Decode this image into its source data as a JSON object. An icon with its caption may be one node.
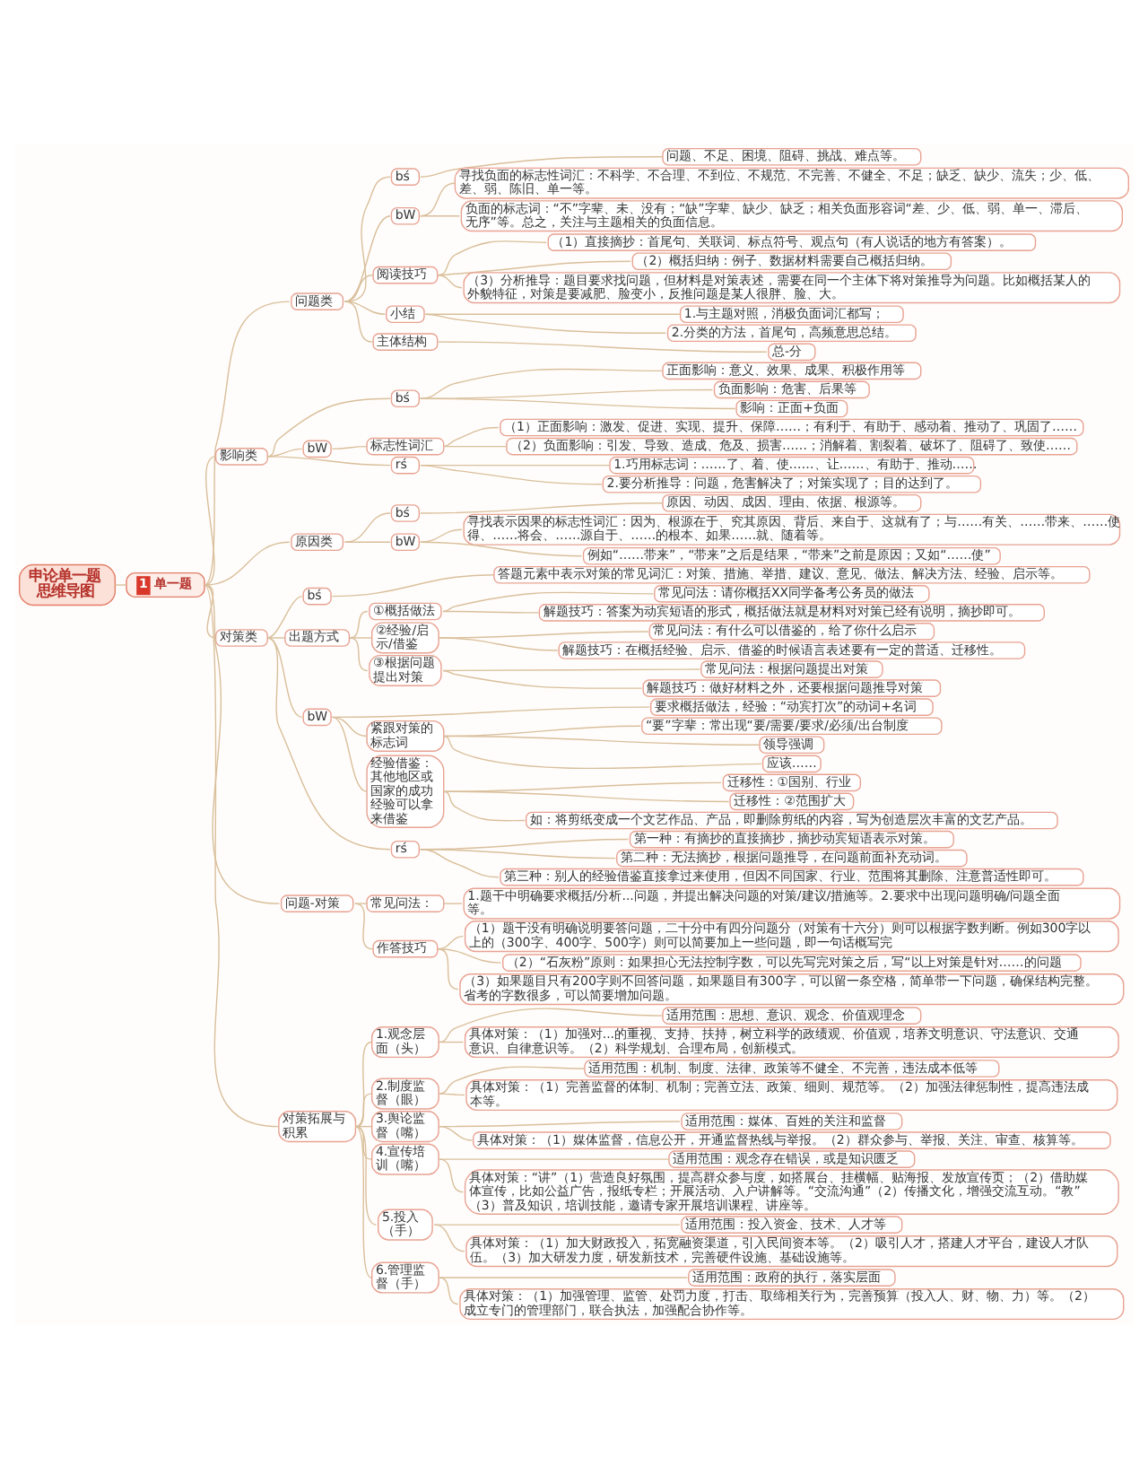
{
  "diagram": {
    "nodes": [
      {
        "text": [
          "申论单一题思维导图"
        ]
      },
      {
        "text": [
          "1",
          "单一题"
        ]
      },
      {
        "text": [
          "问题类"
        ]
      },
      {
        "text": [
          "bś"
        ]
      },
      {
        "text": [
          "问题、不足、困境、阻碍、挑战、难点等。"
        ]
      },
      {
        "text": [
          "bW"
        ]
      },
      {
        "text": [
          "寻找负面的标志性词汇：不科学、不合理、不到位、不规范、不完善、不健全、不足；缺乏、缺少、流失；少、低、差、弱、陈旧、单一等。"
        ]
      },
      {
        "text": [
          "负面的标志词：“不”字辈、未、没有；“缺”字辈、缺少、缺乏；相关负面形容词“差、少、低、弱、单一、滞后、无序”等。总之，关注与主题相关的负面信息。"
        ]
      },
      {
        "text": [
          "阅读技巧"
        ]
      },
      {
        "text": [
          "（1）直接摘抄：首尾句、关联词、标点符号、观点句（有人说话的地方有答案）。"
        ]
      },
      {
        "text": [
          "（2）概括归纳：例子、数据材料需要自己概括归纳。"
        ]
      },
      {
        "text": [
          "（3）分析推导：题目要求找问题，但材料是对策表述，需要在同一个主体下将对策推导为问题。比如概括某人的外貌特征，对策是要减肥、脸变小，反推问题是某人很胖、脸、大。"
        ]
      },
      {
        "text": [
          "小结"
        ]
      },
      {
        "text": [
          "1.与主题对照，消极负面词汇都写；"
        ]
      },
      {
        "text": [
          "2.分类的方法，首尾句，高频意思总结。"
        ]
      },
      {
        "text": [
          "主体结构"
        ]
      },
      {
        "text": [
          "总-分"
        ]
      },
      {
        "text": [
          "影响类"
        ]
      },
      {
        "text": [
          "bś"
        ]
      },
      {
        "text": [
          "正面影响：意义、效果、成果、积极作用等"
        ]
      },
      {
        "text": [
          "负面影响：危害、后果等"
        ]
      },
      {
        "text": [
          "影响：正面+负面"
        ]
      },
      {
        "text": [
          "bW"
        ]
      },
      {
        "text": [
          "标志性词汇"
        ]
      },
      {
        "text": [
          "（1）正面影响：激发、促进、实现、提升、保障……；有利于、有助于、感动着、推动了、巩固了……"
        ]
      },
      {
        "text": [
          "（2）负面影响：引发、导致、造成、危及、损害……；消解着、割裂着、破坏了、阻碍了、致使……"
        ]
      },
      {
        "text": [
          "rś"
        ]
      },
      {
        "text": [
          "1.巧用标志词：……了、着、使……、让……、有助于、推动……"
        ]
      },
      {
        "text": [
          "2.要分析推导：问题，危害解决了；对策实现了；目的达到了。"
        ]
      },
      {
        "text": [
          "原因类"
        ]
      },
      {
        "text": [
          "bś"
        ]
      },
      {
        "text": [
          "原因、动因、成因、理由、依据、根源等。"
        ]
      },
      {
        "text": [
          "bW"
        ]
      },
      {
        "text": [
          "寻找表示因果的标志性词汇：因为、根源在于、究其原因、背后、来自于、这就有了；与……有关、……带来、……使得、……将会、……源自于、……的根本、如果……就、随着等。"
        ]
      },
      {
        "text": [
          "例如“……带来”，“带来”之后是结果，“带来”之前是原因；又如“……使”"
        ]
      },
      {
        "text": [
          "对策类"
        ]
      },
      {
        "text": [
          "bś"
        ]
      },
      {
        "text": [
          "答题元素中表示对策的常见词汇：对策、措施、举措、建议、意见、做法、解决方法、经验、启示等。"
        ]
      },
      {
        "text": [
          "出题方式"
        ]
      },
      {
        "text": [
          "①概括做法"
        ]
      },
      {
        "text": [
          "常见问法：请你概括XX同学备考公务员的做法"
        ]
      },
      {
        "text": [
          "解题技巧：答案为动宾短语的形式，概括做法就是材料对对策已经有说明，摘抄即可。"
        ]
      },
      {
        "text": [
          "②经验/启示/借鉴"
        ]
      },
      {
        "text": [
          "常见问法：有什么可以借鉴的，给了你什么启示"
        ]
      },
      {
        "text": [
          "解题技巧：在概括经验、启示、借鉴的时候语言表述要有一定的普适、迁移性。"
        ]
      },
      {
        "text": [
          "③根据问题提出对策"
        ]
      },
      {
        "text": [
          "常见问法：根据问题提出对策"
        ]
      },
      {
        "text": [
          "解题技巧：做好材料之外，还要根据问题推导对策"
        ]
      },
      {
        "text": [
          "bW"
        ]
      },
      {
        "text": [
          "要求概括做法，经验：“动宾打次”的动词+名词"
        ]
      },
      {
        "text": [
          "紧跟对策的标志词"
        ]
      },
      {
        "text": [
          "“要”字辈：常出现“要/需要/要求/必须/出台制度"
        ]
      },
      {
        "text": [
          "领导强调"
        ]
      },
      {
        "text": [
          "应该……"
        ]
      },
      {
        "text": [
          "经验借鉴：其他地区或国家的成功经验可以拿来借鉴"
        ]
      },
      {
        "text": [
          "迁移性：①国别、行业"
        ]
      },
      {
        "text": [
          "迁移性：②范围扩大"
        ]
      },
      {
        "text": [
          "如：将剪纸变成一个文艺作品、产品，即删除剪纸的内容，写为创造层次丰富的文艺产品。"
        ]
      },
      {
        "text": [
          "rś"
        ]
      },
      {
        "text": [
          "第一种：有摘抄的直接摘抄，摘抄动宾短语表示对策。"
        ]
      },
      {
        "text": [
          "第二种：无法摘抄，根据问题推导，在问题前面补充动词。"
        ]
      },
      {
        "text": [
          "第三种：别人的经验借鉴直接拿过来使用，但因不同国家、行业、范围将其删除、注意普适性即可。"
        ]
      },
      {
        "text": [
          "问题-对策"
        ]
      },
      {
        "text": [
          "常见问法："
        ]
      },
      {
        "text": [
          "1.题干中明确要求概括/分析...问题，并提出解决问题的对策/建议/措施等。2.要求中出现问题明确/问题全面等。"
        ]
      },
      {
        "text": [
          "作答技巧"
        ]
      },
      {
        "text": [
          "（1）题干没有明确说明要答问题，二十分中有四分问题分（对策有十六分）则可以根据字数判断。例如300字以上的（300字、400字、500字）则可以简要加上一些问题，即一句话概写完"
        ]
      },
      {
        "text": [
          "（2）“石灰粉”原则：如果担心无法控制字数，可以先写完对策之后，写“以上对策是针对……的问题"
        ]
      },
      {
        "text": [
          "（3）如果题目只有200字则不回答问题，如果题目有300字，可以留一条空格，简单带一下问题，确保结构完整。省考的字数很多，可以简要增加问题。"
        ]
      },
      {
        "text": [
          "对策拓展与积累"
        ]
      },
      {
        "text": [
          "1.观念层面（头）"
        ]
      },
      {
        "text": [
          "适用范围：思想、意识、观念、价值观理念"
        ]
      },
      {
        "text": [
          "具体对策：（1）加强对...的重视、支持、扶持，树立科学的政绩观、价值观，培养文明意识、守法意识、交通意识、自律意识等。（2）科学规划、合理布局，创新模式。"
        ]
      },
      {
        "text": [
          "2.制度监督（眼）"
        ]
      },
      {
        "text": [
          "适用范围：机制、制度、法律、政策等不健全、不完善，违法成本低等"
        ]
      },
      {
        "text": [
          "具体对策：（1）完善监督的体制、机制；完善立法、政策、细则、规范等。（2）加强法律惩制性，提高违法成本等。"
        ]
      },
      {
        "text": [
          "3.舆论监督（嘴）"
        ]
      },
      {
        "text": [
          "适用范围：媒体、百姓的关注和监督"
        ]
      },
      {
        "text": [
          "具体对策：（1）媒体监督，信息公开，开通监督热线与举报。（2）群众参与、举报、关注、审查、核算等。"
        ]
      },
      {
        "text": [
          "4.宣传培训（嘴）"
        ]
      },
      {
        "text": [
          "适用范围：观念存在错误，或是知识匮乏"
        ]
      },
      {
        "text": [
          "具体对策：“讲”（1）营造良好氛围，提高群众参与度，如搭展台、挂横幅、贴海报、发放宣传页；（2）借助媒体宣传，比如公益广告，报纸专栏；开展活动、入户讲解等。“交流沟通”（2）传播文化，增强交流互动。“教”（3）普及知识，培训技能，邀请专家开展培训课程、讲座等。"
        ]
      },
      {
        "text": [
          "5.投入（手）"
        ]
      },
      {
        "text": [
          "适用范围：投入资金、技术、人才等"
        ]
      },
      {
        "text": [
          "具体对策：（1）加大财政投入，拓宽融资渠道，引入民间资本等。（2）吸引人才，搭建人才平台，建设人才队伍。（3）加大研发力度，研发新技术，完善硬件设施、基础设施等。"
        ]
      },
      {
        "text": [
          "6.管理监督（手）"
        ]
      },
      {
        "text": [
          "适用范围：政府的执行，落实层面"
        ]
      },
      {
        "text": [
          "具体对策：（1）加强管理、监管、处罚力度，打击、取缔相关行为，完善预算（投入人、财、物、力）等。（2）成立专门的管理部门，联合执法，加强配合协作等。"
        ]
      }
    ],
    "edges": [
      {
        "from": 0,
        "to": 1,
        "arrow": "none"
      },
      {
        "from": 1,
        "to": 2,
        "arrow": "none"
      },
      {
        "from": 2,
        "to": 3,
        "arrow": "none"
      },
      {
        "from": 3,
        "to": 4,
        "arrow": "none"
      },
      {
        "from": 2,
        "to": 5,
        "arrow": "none"
      },
      {
        "from": 5,
        "to": 6,
        "arrow": "none"
      },
      {
        "from": 5,
        "to": 7,
        "arrow": "none"
      },
      {
        "from": 2,
        "to": 8,
        "arrow": "none"
      },
      {
        "from": 8,
        "to": 9,
        "arrow": "none"
      },
      {
        "from": 8,
        "to": 10,
        "arrow": "none"
      },
      {
        "from": 8,
        "to": 11,
        "arrow": "none"
      },
      {
        "from": 2,
        "to": 12,
        "arrow": "none"
      },
      {
        "from": 12,
        "to": 13,
        "arrow": "none"
      },
      {
        "from": 12,
        "to": 14,
        "arrow": "none"
      },
      {
        "from": 2,
        "to": 15,
        "arrow": "none"
      },
      {
        "from": 15,
        "to": 16,
        "arrow": "none"
      },
      {
        "from": 1,
        "to": 17,
        "arrow": "none"
      },
      {
        "from": 17,
        "to": 18,
        "arrow": "none"
      },
      {
        "from": 18,
        "to": 19,
        "arrow": "none"
      },
      {
        "from": 18,
        "to": 20,
        "arrow": "none"
      },
      {
        "from": 18,
        "to": 21,
        "arrow": "none"
      },
      {
        "from": 17,
        "to": 22,
        "arrow": "none"
      },
      {
        "from": 22,
        "to": 23,
        "arrow": "none"
      },
      {
        "from": 23,
        "to": 24,
        "arrow": "none"
      },
      {
        "from": 23,
        "to": 25,
        "arrow": "none"
      },
      {
        "from": 17,
        "to": 26,
        "arrow": "none"
      },
      {
        "from": 26,
        "to": 27,
        "arrow": "none"
      },
      {
        "from": 26,
        "to": 28,
        "arrow": "none"
      },
      {
        "from": 1,
        "to": 29,
        "arrow": "none"
      },
      {
        "from": 29,
        "to": 30,
        "arrow": "none"
      },
      {
        "from": 30,
        "to": 31,
        "arrow": "none"
      },
      {
        "from": 29,
        "to": 32,
        "arrow": "none"
      },
      {
        "from": 32,
        "to": 33,
        "arrow": "none"
      },
      {
        "from": 32,
        "to": 34,
        "arrow": "none"
      },
      {
        "from": 1,
        "to": 35,
        "arrow": "none"
      },
      {
        "from": 35,
        "to": 36,
        "arrow": "none"
      },
      {
        "from": 36,
        "to": 37,
        "arrow": "none"
      },
      {
        "from": 35,
        "to": 38,
        "arrow": "none"
      },
      {
        "from": 38,
        "to": 39,
        "arrow": "none"
      },
      {
        "from": 39,
        "to": 40,
        "arrow": "none"
      },
      {
        "from": 39,
        "to": 41,
        "arrow": "none"
      },
      {
        "from": 38,
        "to": 42,
        "arrow": "none"
      },
      {
        "from": 42,
        "to": 43,
        "arrow": "none"
      },
      {
        "from": 42,
        "to": 44,
        "arrow": "none"
      },
      {
        "from": 38,
        "to": 45,
        "arrow": "none"
      },
      {
        "from": 45,
        "to": 46,
        "arrow": "none"
      },
      {
        "from": 45,
        "to": 47,
        "arrow": "none"
      },
      {
        "from": 35,
        "to": 48,
        "arrow": "none"
      },
      {
        "from": 48,
        "to": 49,
        "arrow": "none"
      },
      {
        "from": 48,
        "to": 50,
        "arrow": "none"
      },
      {
        "from": 50,
        "to": 51,
        "arrow": "none"
      },
      {
        "from": 50,
        "to": 52,
        "arrow": "none"
      },
      {
        "from": 50,
        "to": 53,
        "arrow": "none"
      },
      {
        "from": 48,
        "to": 54,
        "arrow": "none"
      },
      {
        "from": 54,
        "to": 55,
        "arrow": "none"
      },
      {
        "from": 54,
        "to": 56,
        "arrow": "none"
      },
      {
        "from": 54,
        "to": 57,
        "arrow": "none"
      },
      {
        "from": 35,
        "to": 58,
        "arrow": "none"
      },
      {
        "from": 58,
        "to": 59,
        "arrow": "none"
      },
      {
        "from": 58,
        "to": 60,
        "arrow": "none"
      },
      {
        "from": 58,
        "to": 61,
        "arrow": "none"
      },
      {
        "from": 1,
        "to": 62,
        "arrow": "none"
      },
      {
        "from": 62,
        "to": 63,
        "arrow": "none"
      },
      {
        "from": 63,
        "to": 64,
        "arrow": "none"
      },
      {
        "from": 62,
        "to": 65,
        "arrow": "none"
      },
      {
        "from": 65,
        "to": 66,
        "arrow": "none"
      },
      {
        "from": 65,
        "to": 67,
        "arrow": "none"
      },
      {
        "from": 65,
        "to": 68,
        "arrow": "none"
      },
      {
        "from": 1,
        "to": 69,
        "arrow": "none"
      },
      {
        "from": 69,
        "to": 70,
        "arrow": "none"
      },
      {
        "from": 70,
        "to": 71,
        "arrow": "none"
      },
      {
        "from": 70,
        "to": 72,
        "arrow": "none"
      },
      {
        "from": 69,
        "to": 73,
        "arrow": "none"
      },
      {
        "from": 73,
        "to": 74,
        "arrow": "none"
      },
      {
        "from": 73,
        "to": 75,
        "arrow": "none"
      },
      {
        "from": 69,
        "to": 76,
        "arrow": "none"
      },
      {
        "from": 76,
        "to": 77,
        "arrow": "none"
      },
      {
        "from": 76,
        "to": 78,
        "arrow": "none"
      },
      {
        "from": 69,
        "to": 79,
        "arrow": "none"
      },
      {
        "from": 79,
        "to": 80,
        "arrow": "none"
      },
      {
        "from": 79,
        "to": 81,
        "arrow": "none"
      },
      {
        "from": 69,
        "to": 82,
        "arrow": "none"
      },
      {
        "from": 82,
        "to": 83,
        "arrow": "none"
      },
      {
        "from": 82,
        "to": 84,
        "arrow": "none"
      },
      {
        "from": 69,
        "to": 85,
        "arrow": "none"
      },
      {
        "from": 85,
        "to": 86,
        "arrow": "none"
      },
      {
        "from": 85,
        "to": 87,
        "arrow": "none"
      }
    ]
  }
}
